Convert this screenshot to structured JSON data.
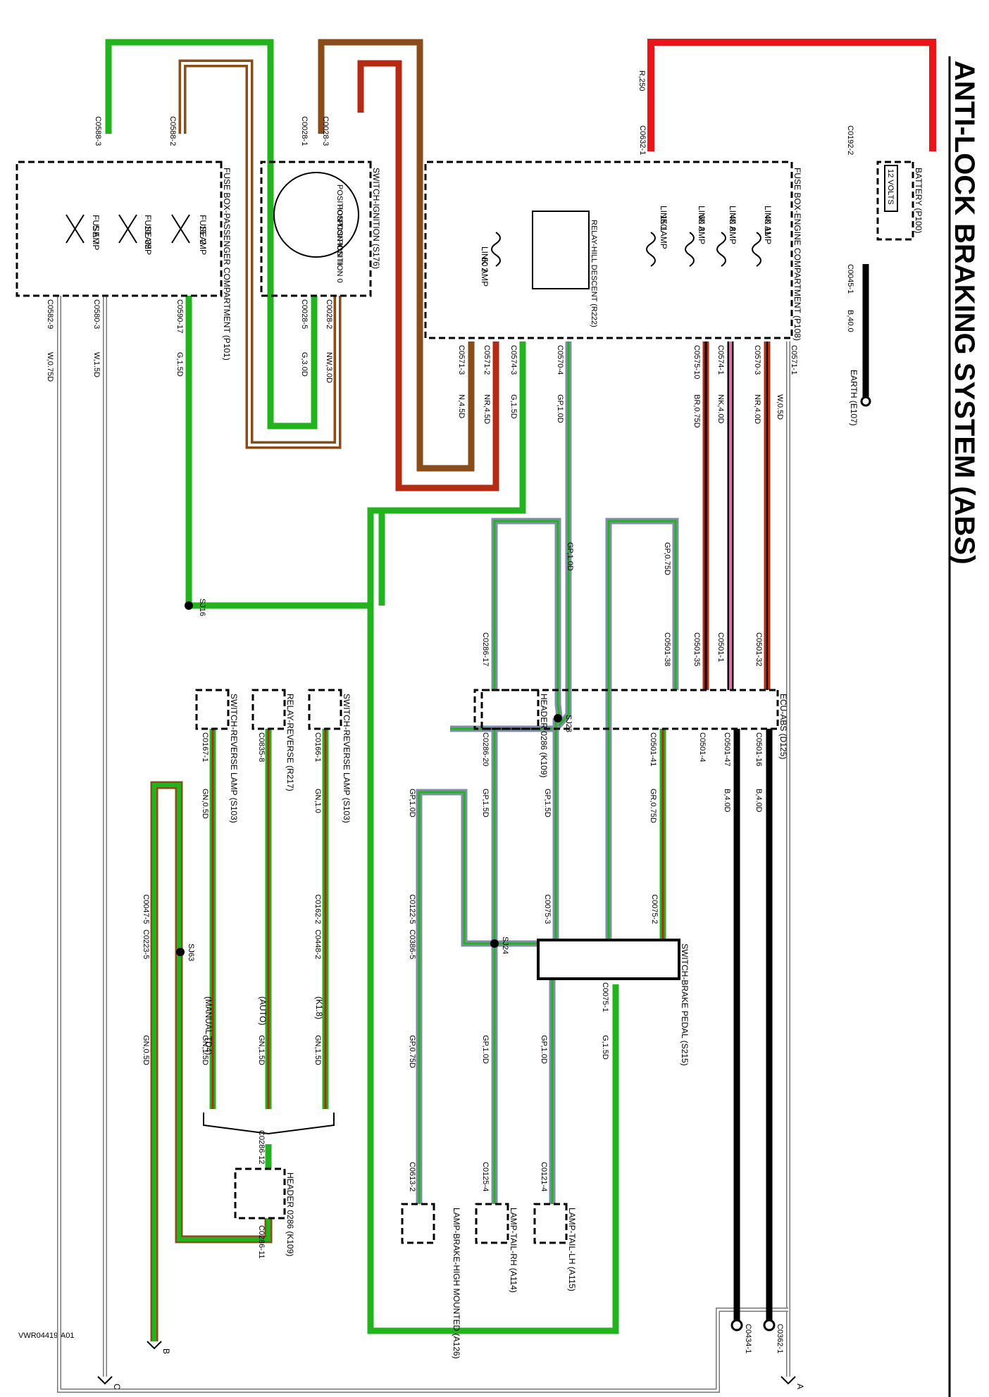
{
  "title": "ANTI-LOCK BRAKING SYSTEM (ABS)",
  "drawing_id": "VWR04419-A01",
  "colors": {
    "green": "#22b31e",
    "red": "#e8161a",
    "brown": "#8a4d1a",
    "darkred": "#b52a13",
    "black": "#000000",
    "pink": "#e86db0",
    "grey_blue": "#7f8fa8",
    "white": "#ffffff"
  },
  "components": {
    "battery": "BATTERY (P100)",
    "battery_volts": "12 VOLTS",
    "earth": "EARTH (E107)",
    "fusebox_engine": "FUSE BOX-ENGINE COMPARTMENT (P108)",
    "fusebox_passenger": "FUSE BOX-PASSENGER COMPARTMENT (P101)",
    "switch_ignition": "SWITCH-IGNITION (S176)",
    "relay_hill": "RELAY-HILL DESCENT (R222)",
    "ecu_abs": "ECU-ABS (D125)",
    "header_k109_top": "HEADER 0286 (K109)",
    "header_k109_bottom": "HEADER 0286 (K109)",
    "switch_reverse_1": "SWITCH-REVERSE LAMP (S103)",
    "relay_reverse": "RELAY-REVERSE (R217)",
    "switch_reverse_2": "SWITCH-REVERSE LAMP (S103)",
    "switch_brake": "SWITCH-BRAKE PEDAL (S215)",
    "lamp_tail_lh": "LAMP-TAIL-LH (A115)",
    "lamp_tail_rh": "LAMP-TAIL-RH (A114)",
    "lamp_brake_high": "LAMP-BRAKE-HIGH MOUNTED (A126)"
  },
  "fuses": {
    "link11": "LINK 11",
    "link11_amp": "40 AMP",
    "link8": "LINK 8",
    "link8_amp": "40 AMP",
    "link3": "LINK 3",
    "link3_amp": "60 AMP",
    "link1": "LINK 1",
    "link1_amp": "150 AMP",
    "link2": "LINK 2",
    "link2_amp": "60 AMP",
    "fuse2": "FUSE 2",
    "fuse2_amp": "15 AMP",
    "fuse35": "FUSE 35",
    "fuse35_amp": "10 AMP",
    "fuse7": "FUSE 7",
    "fuse7_amp": "5 AMP"
  },
  "ignition_positions": [
    "POSITION I",
    "POSITION II",
    "POSITION III",
    "POSITION 0"
  ],
  "variants": {
    "k18": "(K1.8)",
    "auto": "(AUTO)",
    "manual": "(MANUAL TD4)"
  },
  "connectors": {
    "c0192_2": "C0192-2",
    "c0045_1": "C0045-1",
    "c0632_1": "C0632-1",
    "c0571_1": "C0571-1",
    "c0570_3": "C0570-3",
    "c0574_1": "C0574-1",
    "c0575_10": "C0575-10",
    "c0570_4": "C0570-4",
    "c0574_3": "C0574-3",
    "c0571_2": "C0571-2",
    "c0571_3": "C0571-3",
    "c0028_3": "C0028-3",
    "c0028_1": "C0028-1",
    "c0028_2": "C0028-2",
    "c0028_5": "C0028-5",
    "c0588_2": "C0588-2",
    "c0588_3": "C0588-3",
    "c0590_17": "C0590-17",
    "c0580_3": "C0580-3",
    "c0582_9": "C0582-9",
    "c0501_32": "C0501-32",
    "c0501_1": "C0501-1",
    "c0501_35": "C0501-35",
    "c0501_38": "C0501-38",
    "c0501_16": "C0501-16",
    "c0501_47": "C0501-47",
    "c0501_4": "C0501-4",
    "c0501_41": "C0501-41",
    "c0286_17": "C0286-17",
    "c0286_20": "C0286-20",
    "c0075_3": "C0075-3",
    "c0075_2": "C0075-2",
    "c0075_1": "C0075-1",
    "c0122_5": "C0122-5",
    "c0386_5": "C0386-5",
    "c0121_4": "C0121-4",
    "c0125_4": "C0125-4",
    "c0613_2": "C0613-2",
    "c0166_1": "C0166-1",
    "c0835_8": "C0835-8",
    "c0167_1": "C0167-1",
    "c0162_2": "C0162-2",
    "c0448_2": "C0448-2",
    "c0047_5": "C0047-5",
    "c0223_5": "C0223-5",
    "c0286_12": "C0286-12",
    "c0286_11": "C0286-11",
    "c0362_1": "C0362-1",
    "c0434_1": "C0434-1"
  },
  "splices": {
    "sj16": "SJ16",
    "sj23": "SJ23",
    "sj24": "SJ24",
    "sj63": "SJ63"
  },
  "wires": {
    "r250": "R,250",
    "b400_earth": "B,40.0",
    "w05d": "W,0.5D",
    "nr400": "NR,4.0D",
    "nk400": "NK,4.0D",
    "br075": "BR,0.75D",
    "gp100_a": "GP,1.0D",
    "g15_a": "G,1.5D",
    "nr45": "NR,4.5D",
    "n45": "N,4.5D",
    "nw300": "NW,3.0D",
    "g300": "G,3.0D",
    "g15_b": "G,1.5D",
    "w15": "W,1.5D",
    "w075": "W,0.75D",
    "gp075_a": "GP,0.75D",
    "gp100_b": "GP,1.0D",
    "b40d_1": "B,4.0D",
    "b40d_2": "B,4.0D",
    "gr075": "GR,0.75D",
    "gp15_a": "GP,1.5D",
    "gp15_b": "GP,1.5D",
    "gp100_c": "GP,1.0D",
    "gp100_d": "GP,1.0D",
    "gp100_e": "GP,1.0D",
    "gp075_b": "GP,0.75D",
    "g15_c": "G,1.5D",
    "gn10": "GN,1.0",
    "gn05_a": "GN,0.5D",
    "gn15_a": "GN,1.5D",
    "gn15_b": "GN,1.5D",
    "gn15_c": "GN,1.5D",
    "gn05_b": "GN,0.5D"
  },
  "off_page": {
    "a": "A",
    "b": "B",
    "c": "C"
  }
}
